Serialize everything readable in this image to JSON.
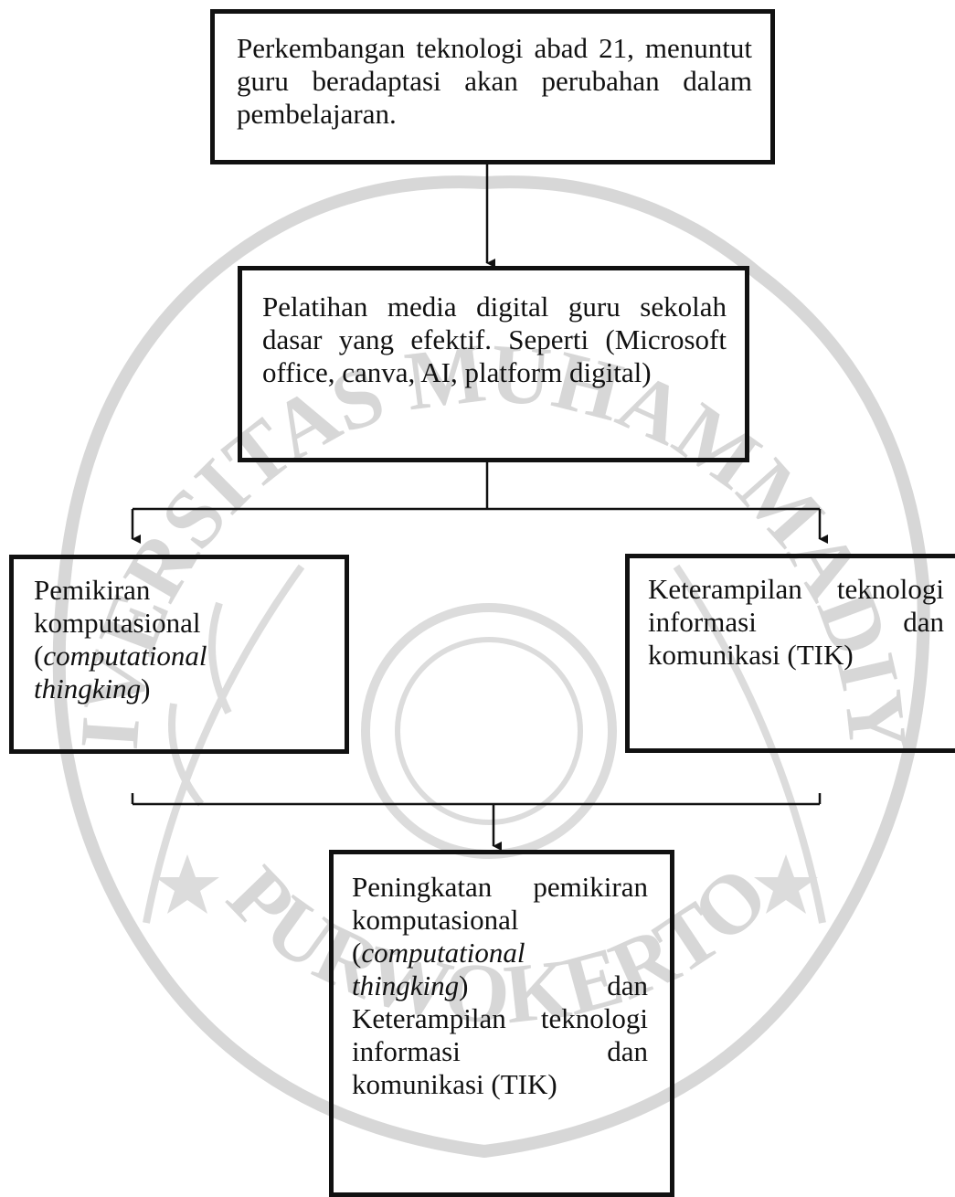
{
  "diagram": {
    "top": {
      "text": "Perkembangan teknologi abad 21, menuntut guru beradaptasi akan perubahan dalam pembelajaran."
    },
    "middle": {
      "text": "Pelatihan media digital guru sekolah dasar yang efektif. Seperti (Microsoft office, canva, AI, platform digital)"
    },
    "left": {
      "line1": "Pemikiran",
      "line2": "komputasional",
      "italic_open": "(",
      "italic_word1": "computational",
      "italic_word2": "thingking",
      "italic_close": ")"
    },
    "right": {
      "line1_a": "Keterampilan",
      "line1_b": "teknologi",
      "line2_a": "informasi",
      "line2_b": "dan",
      "line3": "komunikasi (TIK)"
    },
    "bottom": {
      "line1_a": "Peningkatan",
      "line1_b": "pemikiran",
      "line2": "komputasional",
      "line3_open": "(",
      "line3_word": "computational",
      "line4_word": "thingking",
      "line4_close": ")",
      "line4_b": "dan",
      "line5_a": "Keterampilan",
      "line5_b": "teknologi",
      "line6_a": "informasi",
      "line6_b": "dan",
      "line7": "komunikasi (TIK)"
    }
  },
  "watermark": {
    "text_top": "UNIVERSITAS MUHAMMADIYAH",
    "text_bottom": "PURWOKERTO",
    "color": "#d7d7d7"
  }
}
